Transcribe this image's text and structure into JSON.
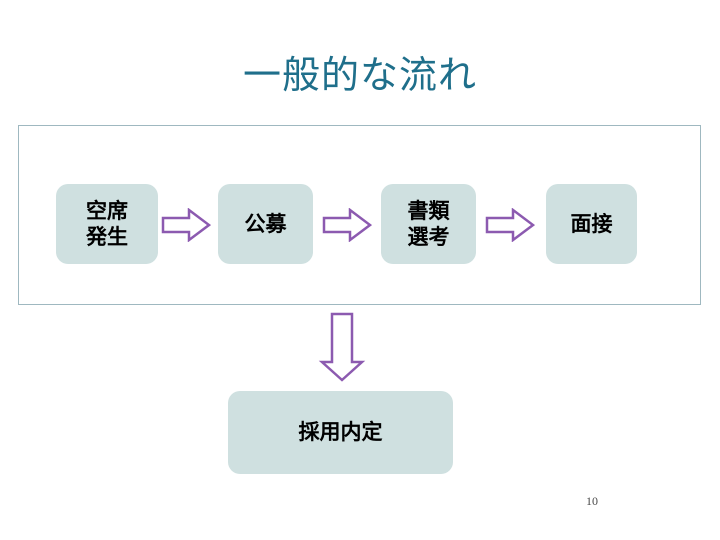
{
  "slide": {
    "title": "一般的な流れ",
    "page_number": "10",
    "accent_color": "#1f6f8b",
    "node_fill_color": "#cfe0e0",
    "arrow_color": "#8c5ab0",
    "frame_border_color": "#9fb8c0"
  },
  "flow": {
    "nodes": [
      {
        "label": "空席\n発生",
        "line1": "空席",
        "line2": "発生"
      },
      {
        "label": "公募",
        "line1": "公募",
        "line2": ""
      },
      {
        "label": "書類\n選考",
        "line1": "書類",
        "line2": "選考"
      },
      {
        "label": "面接",
        "line1": "面接",
        "line2": ""
      },
      {
        "label": "採用内定",
        "line1": "採用内定",
        "line2": ""
      }
    ],
    "arrows": [
      {
        "direction": "right"
      },
      {
        "direction": "right"
      },
      {
        "direction": "right"
      },
      {
        "direction": "down"
      }
    ]
  }
}
